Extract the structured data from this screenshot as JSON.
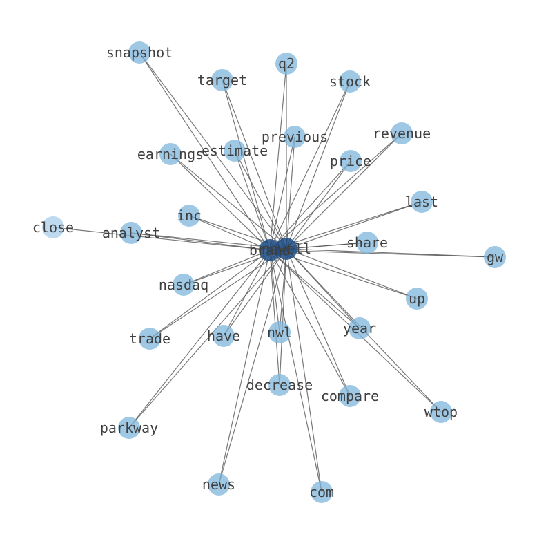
{
  "graph": {
    "hubs": [
      "brand",
      "newell"
    ],
    "colors": {
      "node": "#7fb5dc",
      "node_faint": "#a9cde8",
      "hub": "#1f4e85",
      "edge": "#555555",
      "label": "#3f3f3f"
    },
    "nodes": [
      {
        "id": "brand",
        "label": "brand",
        "type": "hub"
      },
      {
        "id": "newell",
        "label": "newell",
        "type": "hub"
      },
      {
        "id": "snapshot",
        "label": "snapshot",
        "type": "word"
      },
      {
        "id": "q2",
        "label": "q2",
        "type": "word"
      },
      {
        "id": "target",
        "label": "target",
        "type": "word"
      },
      {
        "id": "stock",
        "label": "stock",
        "type": "word"
      },
      {
        "id": "previous",
        "label": "previous",
        "type": "word"
      },
      {
        "id": "revenue",
        "label": "revenue",
        "type": "word"
      },
      {
        "id": "earnings",
        "label": "earnings",
        "type": "word"
      },
      {
        "id": "estimate",
        "label": "estimate",
        "type": "word"
      },
      {
        "id": "price",
        "label": "price",
        "type": "word"
      },
      {
        "id": "last",
        "label": "last",
        "type": "word"
      },
      {
        "id": "inc",
        "label": "inc",
        "type": "word"
      },
      {
        "id": "close",
        "label": "close",
        "type": "faint"
      },
      {
        "id": "analyst",
        "label": "analyst",
        "type": "word"
      },
      {
        "id": "share",
        "label": "share",
        "type": "word"
      },
      {
        "id": "gw",
        "label": "gw",
        "type": "word"
      },
      {
        "id": "nasdaq",
        "label": "nasdaq",
        "type": "word"
      },
      {
        "id": "up",
        "label": "up",
        "type": "word"
      },
      {
        "id": "have",
        "label": "have",
        "type": "word"
      },
      {
        "id": "nwl",
        "label": "nwl",
        "type": "word"
      },
      {
        "id": "year",
        "label": "year",
        "type": "word"
      },
      {
        "id": "trade",
        "label": "trade",
        "type": "word"
      },
      {
        "id": "decrease",
        "label": "decrease",
        "type": "word"
      },
      {
        "id": "compare",
        "label": "compare",
        "type": "word"
      },
      {
        "id": "wtop",
        "label": "wtop",
        "type": "word"
      },
      {
        "id": "parkway",
        "label": "parkway",
        "type": "word"
      },
      {
        "id": "news",
        "label": "news",
        "type": "word"
      },
      {
        "id": "com",
        "label": "com",
        "type": "word"
      }
    ],
    "edges": [
      [
        "brand",
        "newell"
      ],
      [
        "brand",
        "snapshot"
      ],
      [
        "newell",
        "snapshot"
      ],
      [
        "brand",
        "q2"
      ],
      [
        "newell",
        "q2"
      ],
      [
        "brand",
        "target"
      ],
      [
        "newell",
        "target"
      ],
      [
        "brand",
        "stock"
      ],
      [
        "newell",
        "stock"
      ],
      [
        "brand",
        "previous"
      ],
      [
        "newell",
        "previous"
      ],
      [
        "brand",
        "revenue"
      ],
      [
        "newell",
        "revenue"
      ],
      [
        "brand",
        "earnings"
      ],
      [
        "newell",
        "earnings"
      ],
      [
        "brand",
        "estimate"
      ],
      [
        "newell",
        "estimate"
      ],
      [
        "brand",
        "price"
      ],
      [
        "newell",
        "price"
      ],
      [
        "brand",
        "last"
      ],
      [
        "newell",
        "last"
      ],
      [
        "brand",
        "inc"
      ],
      [
        "newell",
        "inc"
      ],
      [
        "brand",
        "close"
      ],
      [
        "brand",
        "analyst"
      ],
      [
        "newell",
        "analyst"
      ],
      [
        "brand",
        "share"
      ],
      [
        "newell",
        "share"
      ],
      [
        "brand",
        "gw"
      ],
      [
        "newell",
        "gw"
      ],
      [
        "brand",
        "nasdaq"
      ],
      [
        "newell",
        "nasdaq"
      ],
      [
        "brand",
        "up"
      ],
      [
        "newell",
        "up"
      ],
      [
        "brand",
        "have"
      ],
      [
        "newell",
        "have"
      ],
      [
        "brand",
        "nwl"
      ],
      [
        "newell",
        "nwl"
      ],
      [
        "brand",
        "year"
      ],
      [
        "newell",
        "year"
      ],
      [
        "brand",
        "trade"
      ],
      [
        "newell",
        "trade"
      ],
      [
        "brand",
        "decrease"
      ],
      [
        "newell",
        "decrease"
      ],
      [
        "brand",
        "compare"
      ],
      [
        "newell",
        "compare"
      ],
      [
        "brand",
        "wtop"
      ],
      [
        "newell",
        "wtop"
      ],
      [
        "brand",
        "parkway"
      ],
      [
        "newell",
        "parkway"
      ],
      [
        "brand",
        "news"
      ],
      [
        "newell",
        "news"
      ],
      [
        "brand",
        "com"
      ],
      [
        "newell",
        "com"
      ]
    ]
  }
}
